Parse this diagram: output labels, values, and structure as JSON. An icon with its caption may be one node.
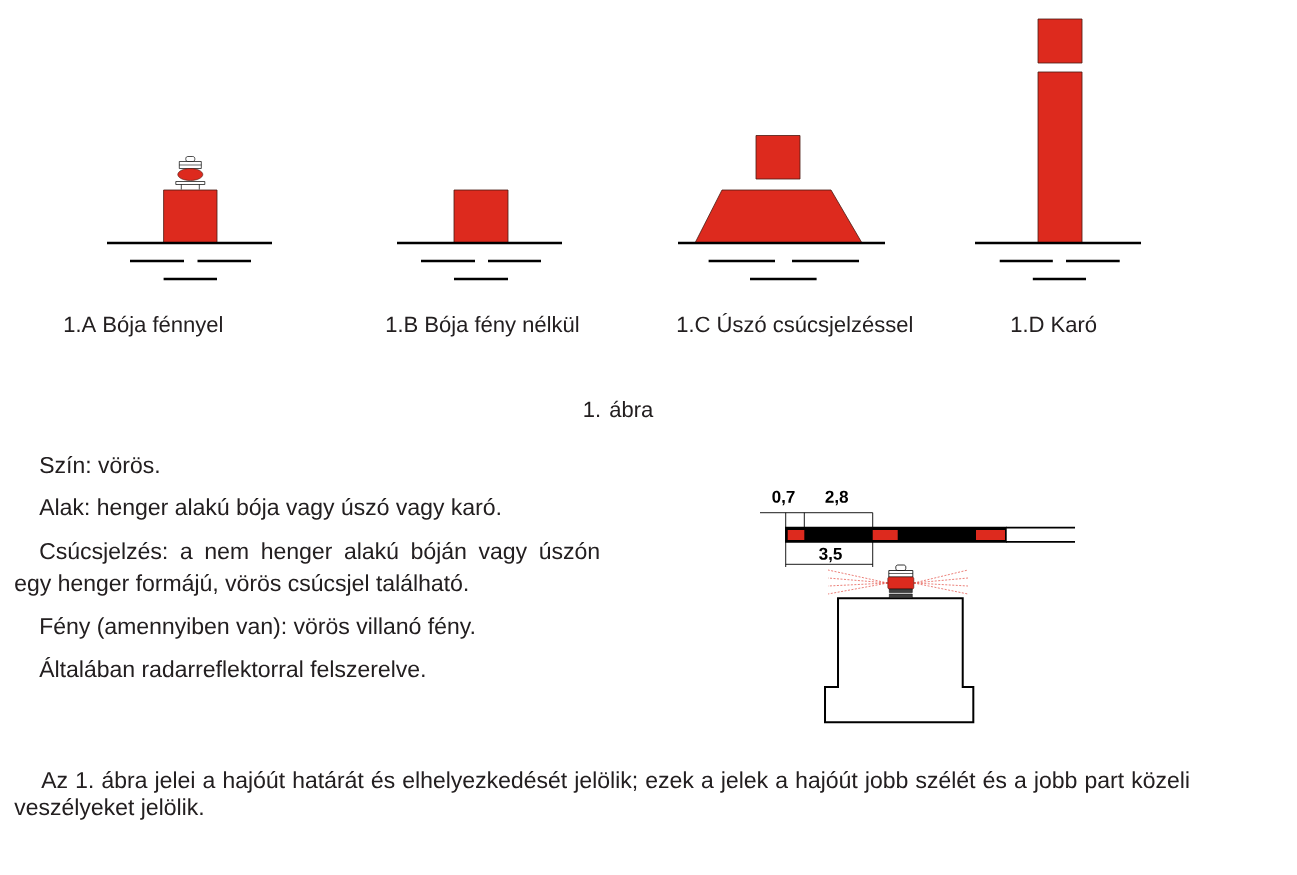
{
  "diagram": {
    "caption": "1. ábra",
    "nodes": [
      {
        "text": [],
        "shape": "picture",
        "beside": [
          "1.A Bója fénnyel"
        ]
      },
      {
        "text": [],
        "shape": "picture",
        "beside": [
          "1.B Bója fény nélkül"
        ]
      },
      {
        "text": [],
        "shape": "picture",
        "beside": [
          "1.C Úszó csúcsjelzéssel"
        ]
      },
      {
        "text": [],
        "shape": "picture",
        "beside": [
          "1.D Karó"
        ]
      },
      {
        "text": [],
        "shape": "picture"
      }
    ],
    "labels": [
      "Szín: vörös.",
      "Alak: henger alakú bója vagy úszó vagy karó.",
      "Csúcsjelzés: a nem henger alakú bóján vagy úszón egy henger formájú, vörös csúcsjel található.",
      "Fény (amennyiben van): vörös villanó fény.",
      "Általában radarreflektorral felszerelve.",
      "0,7",
      "2,8",
      "3,5",
      "Az 1. ábra jelei a hajóút határát és elhelyezkedését jelölik; ezek a jelek a hajóút jobb szélét és a jobb part közeli veszélyeket jelölik."
    ]
  }
}
